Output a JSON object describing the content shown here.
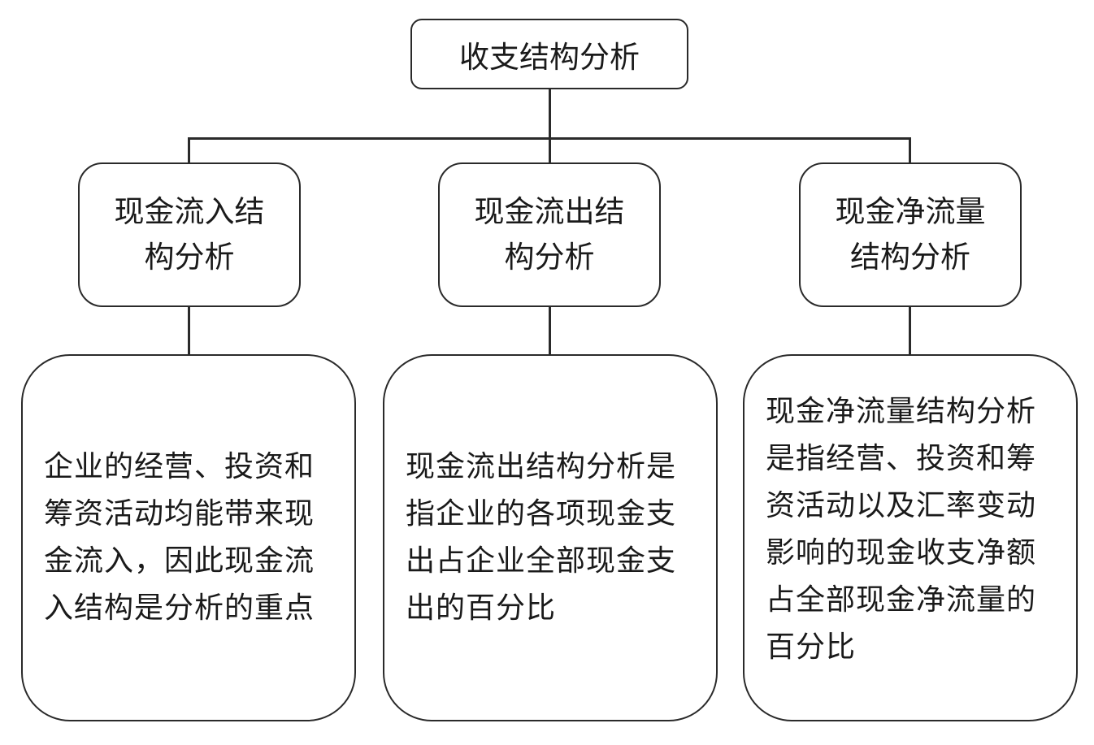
{
  "root": {
    "label": "收支结构分析"
  },
  "categories": [
    {
      "label": "现金流入结构分析",
      "description": "企业的经营、投资和筹资活动均能带来现金流入，因此现金流入结构是分析的重点"
    },
    {
      "label": "现金流出结构分析",
      "description": "现金流出结构分析是指企业的各项现金支出占企业全部现金支出的百分比"
    },
    {
      "label": "现金净流量结构分析",
      "description": "现金净流量结构分析是指经营、投资和筹资活动以及汇率变动影响的现金收支净额占全部现金净流量的百分比"
    }
  ]
}
